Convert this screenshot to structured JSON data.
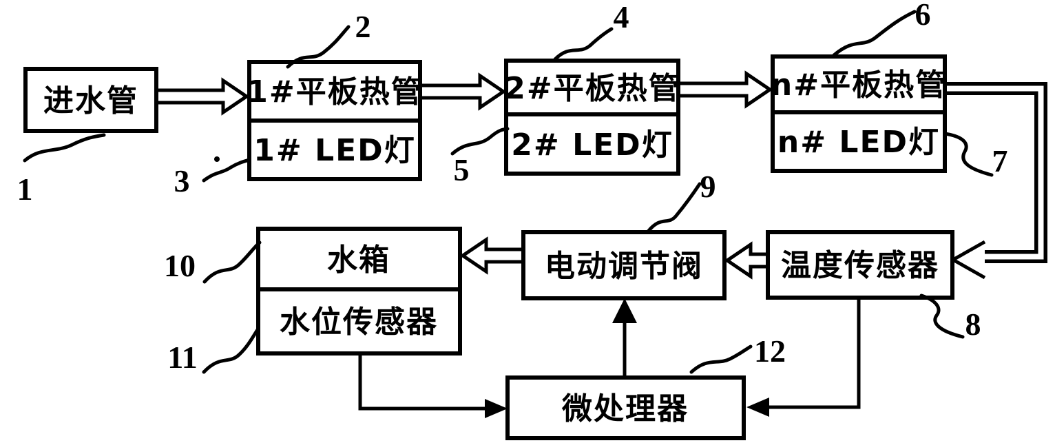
{
  "figure": {
    "kind": "patent-block-diagram",
    "colors": {
      "ink": "#000000",
      "background": "#ffffff"
    }
  },
  "boxes": {
    "inlet_pipe": "进水管",
    "hp1": "1#平板热管",
    "led1": "1# LED灯",
    "hp2": "2#平板热管",
    "led2": "2# LED灯",
    "hpn": "n#平板热管",
    "ledn": "n# LED灯",
    "temp_sensor": "温度传感器",
    "valve": "电动调节阀",
    "tank": "水箱",
    "level_sensor": "水位传感器",
    "mcu": "微处理器"
  },
  "refs": {
    "r1": "1",
    "r2": "2",
    "r3": "3",
    "r4": "4",
    "r5": "5",
    "r6": "6",
    "r7": "7",
    "r8": "8",
    "r9": "9",
    "r10": "10",
    "r11": "11",
    "r12": "12"
  }
}
